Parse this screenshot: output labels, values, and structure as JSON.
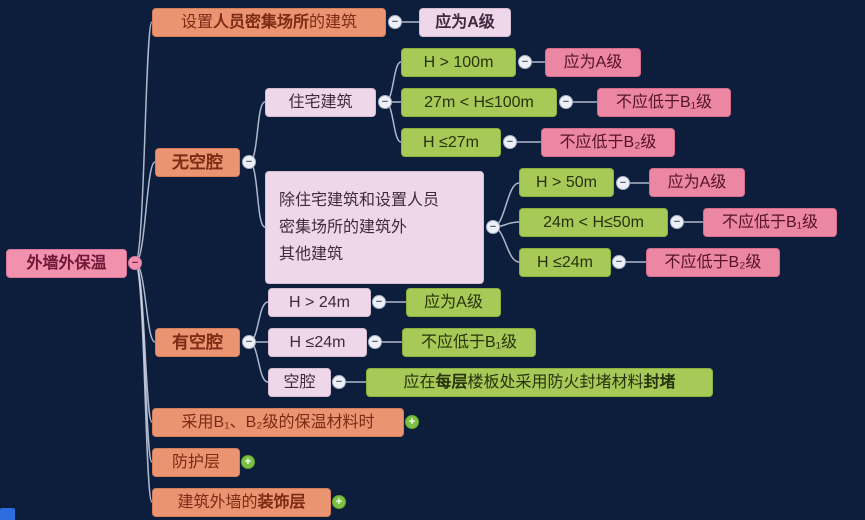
{
  "root": {
    "label": "外墙外保温"
  },
  "dense_place": {
    "pre": "设置",
    "bold": "人员密集场所",
    "post": "的建筑",
    "result": "应为A级"
  },
  "no_cavity": {
    "label": "无空腔",
    "residential": {
      "label": "住宅建筑",
      "rules": [
        {
          "condition": "H > 100m",
          "result": "应为A级"
        },
        {
          "condition": "27m < H≤100m",
          "result": "不应低于B₁级"
        },
        {
          "condition": "H ≤27m",
          "result": "不应低于B₂级"
        }
      ]
    },
    "other_buildings": {
      "line1": "除住宅建筑和设置人员",
      "line2": "密集场所的建筑外",
      "line3": "其他建筑",
      "rules": [
        {
          "condition": "H > 50m",
          "result": "应为A级"
        },
        {
          "condition": "24m < H≤50m",
          "result": "不应低于B₁级"
        },
        {
          "condition": "H ≤24m",
          "result": "不应低于B₂级"
        }
      ]
    }
  },
  "with_cavity": {
    "label": "有空腔",
    "rules": [
      {
        "condition": "H > 24m",
        "result": "应为A级"
      },
      {
        "condition": "H ≤24m",
        "result": "不应低于B₁级"
      }
    ],
    "cavity": {
      "label": "空腔",
      "result_pre": "应在",
      "result_bold1": "每层",
      "result_mid": "楼板处采用防火封堵材料",
      "result_bold2": "封堵"
    }
  },
  "collapsed": {
    "b_materials": "采用B₁、B₂级的保温材料时",
    "protective_layer": "防护层",
    "decoration_pre": "建筑外墙的",
    "decoration_bold": "装饰层"
  },
  "toggles": {
    "collapse": "−",
    "expand": "+"
  },
  "colors": {
    "background": "#0d1d3c",
    "root_pink": "#f191ae",
    "salmon": "#ea9471",
    "green": "#a6c957",
    "pink": "#eb87a2",
    "lavender": "#edd7e9",
    "line": "#cdd3e4",
    "expand_green": "#7dc143"
  }
}
